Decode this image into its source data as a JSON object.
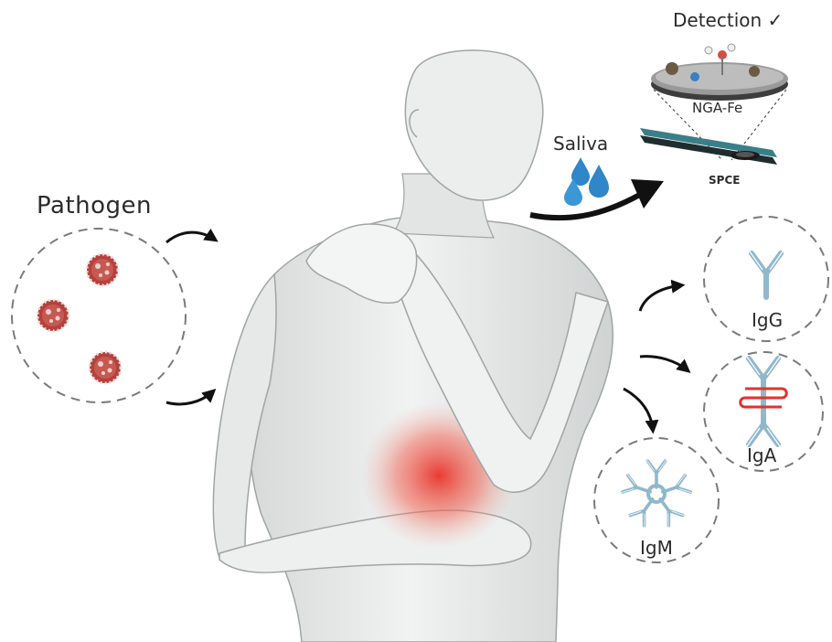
{
  "labels": {
    "pathogen": "Pathogen",
    "detection": "Detection ✓",
    "saliva": "Saliva",
    "nga_fe": "NGA-Fe",
    "spce": "SPCE",
    "igg": "IgG",
    "iga": "IgA",
    "igm": "IgM"
  },
  "colors": {
    "virus": "#c0504d",
    "antibody": "#8fb8cc",
    "iga_link": "#e0342e",
    "inflammation": "#e8322a",
    "droplet": "#2f86c8",
    "electrode": "#3a7f88",
    "arrow": "#111111",
    "dashed_circle": "#7a7a7a"
  }
}
